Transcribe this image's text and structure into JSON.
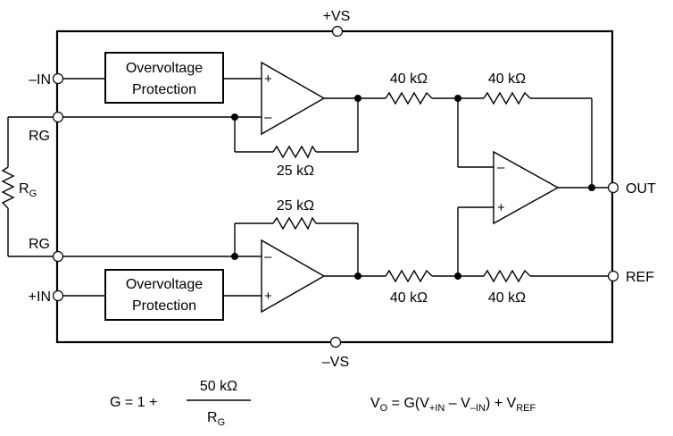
{
  "pins": {
    "vs_pos": "+VS",
    "vs_neg": "–VS",
    "in_neg": "–IN",
    "in_pos": "+IN",
    "rg_top": "RG",
    "rg_bottom": "RG",
    "out": "OUT",
    "ref": "REF"
  },
  "blocks": {
    "ovp_top_line1": "Overvoltage",
    "ovp_top_line2": "Protection",
    "ovp_bottom_line1": "Overvoltage",
    "ovp_bottom_line2": "Protection"
  },
  "resistors": {
    "r1": "40 kΩ",
    "r2": "40 kΩ",
    "r3": "40 kΩ",
    "r4": "40 kΩ",
    "rf_top": "25 kΩ",
    "rf_bottom": "25 kΩ",
    "rg_main": "R",
    "rg_sub": "G"
  },
  "amp_signs": {
    "plus": "+",
    "minus": "–"
  },
  "equations": {
    "gain_lhs": "G = 1 +",
    "gain_num": "50 kΩ",
    "gain_den_main": "R",
    "gain_den_sub": "G",
    "vo_1": "V",
    "vo_1_sub": "O",
    "vo_2": " = G(V",
    "vo_2_sub": "+IN",
    "vo_3": " – V",
    "vo_3_sub": "–IN",
    "vo_4": ") + V",
    "vo_4_sub": "REF"
  }
}
